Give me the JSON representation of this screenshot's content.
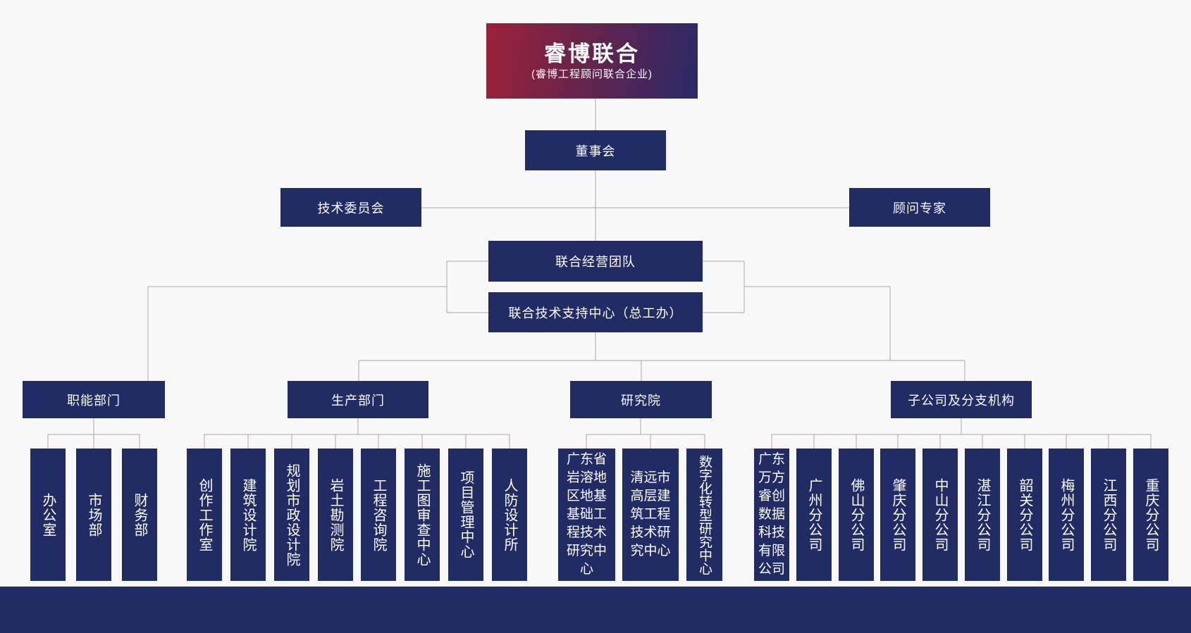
{
  "colors": {
    "background": "#f8f8f8",
    "node_navy": "#212b64",
    "line_gray": "#a8a8a8",
    "root_gradient_left": "#9e2139",
    "root_gradient_right": "#2b2a68",
    "text": "#ffffff"
  },
  "org": {
    "root": {
      "title": "睿博联合",
      "subtitle": "(睿博工程顾问联合企业)"
    },
    "board": "董事会",
    "tech_committee": "技术委员会",
    "advisors": "顾问专家",
    "joint_team": "联合经营团队",
    "tech_support": "联合技术支持中心（总工办）",
    "groups": [
      {
        "label": "职能部门",
        "children": [
          "办公室",
          "市场部",
          "财务部"
        ]
      },
      {
        "label": "生产部门",
        "children": [
          "创作工作室",
          "建筑设计院",
          "规划市政设计院",
          "岩土勘测院",
          "工程咨询院",
          "施工图审查中心",
          "项目管理中心",
          "人防设计所"
        ]
      },
      {
        "label": "研究院",
        "children": [
          "广东省岩溶地区地基基础工程技术研究中心",
          "清远市高层建筑工程技术研究中心",
          "数字化转型研究中心"
        ]
      },
      {
        "label": "子公司及分支机构",
        "children": [
          "广东万方睿创数据科技有限公司",
          "广州分公司",
          "佛山分公司",
          "肇庆分公司",
          "中山分公司",
          "湛江分公司",
          "韶关分公司",
          "梅州分公司",
          "江西分公司",
          "重庆分公司"
        ]
      }
    ]
  }
}
